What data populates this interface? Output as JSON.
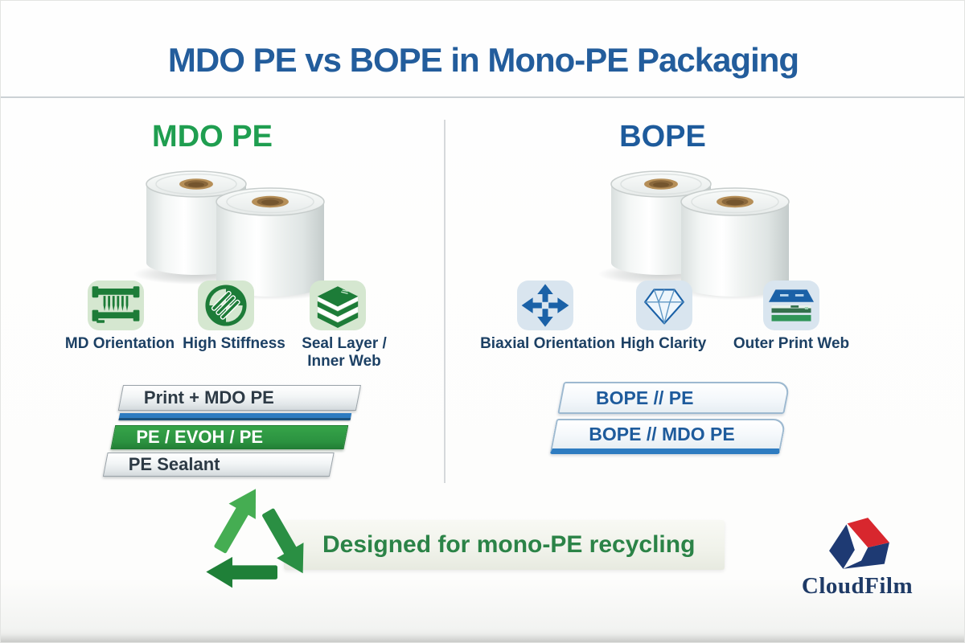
{
  "title": "MDO PE vs BOPE in Mono-PE Packaging",
  "left": {
    "heading": "MDO PE",
    "features": [
      {
        "name": "md-orientation",
        "label": "MD Orientation"
      },
      {
        "name": "high-stiffness",
        "label": "High Stiffness"
      },
      {
        "name": "seal-layer-inner-web",
        "label": "Seal Layer / Inner Web"
      }
    ],
    "stack": {
      "top": "Print + MDO PE",
      "middle": "PE / EVOH / PE",
      "bottom": "PE Sealant"
    }
  },
  "right": {
    "heading": "BOPE",
    "features": [
      {
        "name": "biaxial-orientation",
        "label": "Biaxial Orientation"
      },
      {
        "name": "high-clarity",
        "label": "High Clarity"
      },
      {
        "name": "outer-print-web",
        "label": "Outer Print Web"
      }
    ],
    "structures": {
      "first": "BOPE // PE",
      "second": "BOPE // MDO PE"
    }
  },
  "footer": {
    "banner": "Designed for mono-PE recycling",
    "brand": "CloudFilm"
  },
  "colors": {
    "title_blue": "#235d9c",
    "mdo_green": "#1f9e50",
    "bope_blue": "#1e5b9c",
    "label_navy": "#1c4064",
    "barrier_green": "#2b9240",
    "tie_blue": "#2e7cc1",
    "banner_green": "#2b8347",
    "logo_navy": "#1e3a66",
    "logo_red": "#d8272e"
  }
}
